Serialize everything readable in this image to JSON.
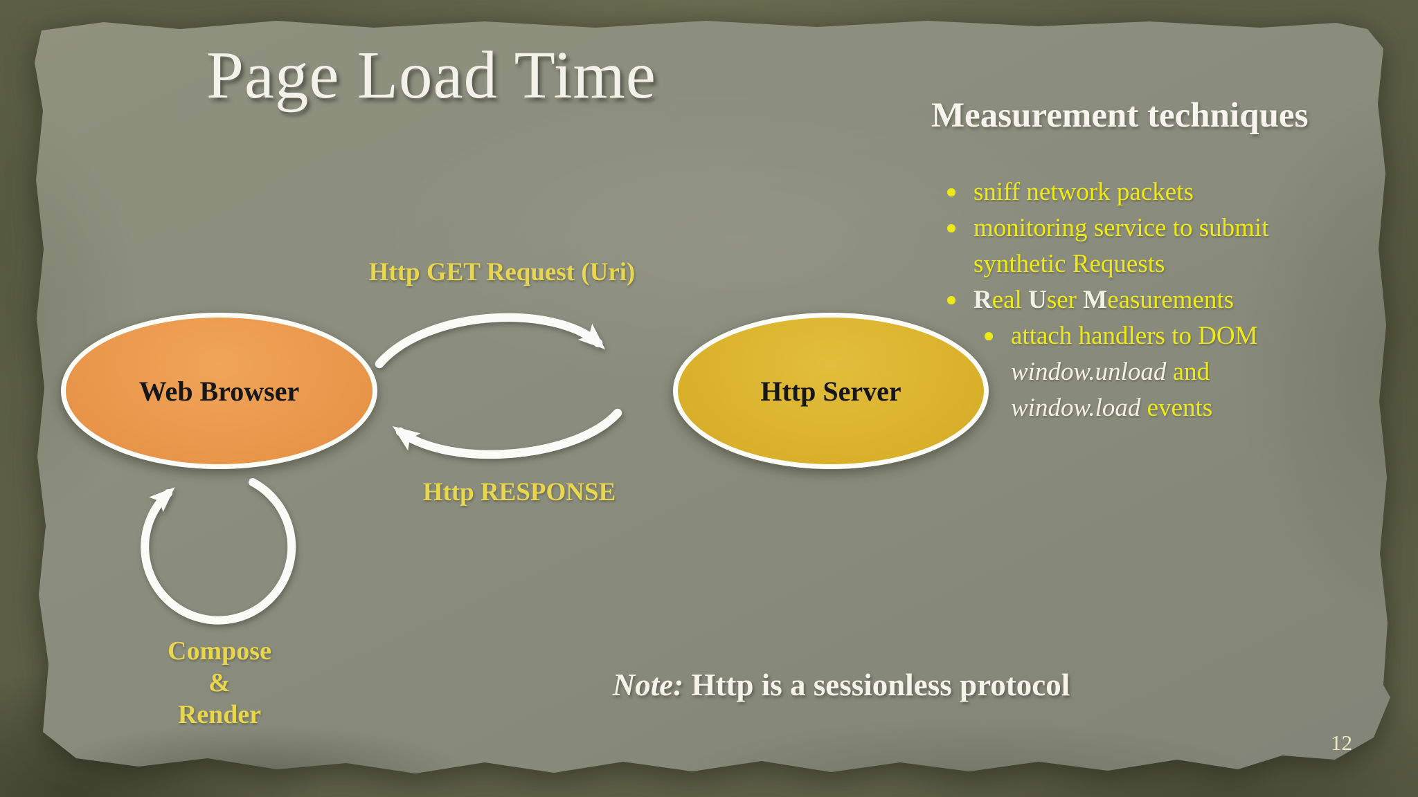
{
  "slide": {
    "title": "Page Load Time",
    "page_number": "12",
    "note": {
      "prefix": "Note:",
      "body": " Http is a sessionless protocol"
    }
  },
  "measurement": {
    "heading": "Measurement techniques",
    "bullets": [
      {
        "level": 1,
        "lines": [
          [
            {
              "t": "sniff network packets",
              "s": "y"
            }
          ]
        ]
      },
      {
        "level": 1,
        "lines": [
          [
            {
              "t": "monitoring service to submit",
              "s": "y"
            }
          ],
          [
            {
              "t": "synthetic Requests",
              "s": "y"
            }
          ]
        ]
      },
      {
        "level": 1,
        "lines": [
          [
            {
              "t": "R",
              "s": "w"
            },
            {
              "t": "eal ",
              "s": "y"
            },
            {
              "t": "U",
              "s": "w"
            },
            {
              "t": "ser ",
              "s": "y"
            },
            {
              "t": "M",
              "s": "w"
            },
            {
              "t": "easurements",
              "s": "y"
            }
          ]
        ]
      },
      {
        "level": 2,
        "lines": [
          [
            {
              "t": "attach handlers to DOM",
              "s": "y"
            }
          ],
          [
            {
              "t": "window.unload",
              "s": "wi"
            },
            {
              "t": " and",
              "s": "y"
            }
          ],
          [
            {
              "t": "window.load",
              "s": "wi"
            },
            {
              "t": " events",
              "s": "y"
            }
          ]
        ]
      }
    ]
  },
  "diagram": {
    "nodes": [
      {
        "id": "web-browser",
        "label": "Web Browser",
        "fill": "#e8954a"
      },
      {
        "id": "http-server",
        "label": "Http Server",
        "fill": "#d9b02a"
      }
    ],
    "edges": [
      {
        "id": "get-request",
        "from": "web-browser",
        "to": "http-server",
        "label": "Http GET Request (Uri)"
      },
      {
        "id": "response",
        "from": "http-server",
        "to": "web-browser",
        "label": "Http RESPONSE"
      },
      {
        "id": "compose-render",
        "from": "web-browser",
        "to": "web-browser",
        "label_lines": [
          "Compose",
          "&",
          "Render"
        ]
      }
    ]
  },
  "colors": {
    "frame_dark": "#5c5f45",
    "paper": "#8b8d7e",
    "bullet_yellow": "#eeea18",
    "label_gold": "#e8d74e",
    "browser_orange": "#e8954a",
    "server_gold": "#d9b02a",
    "arrow_white": "#fbfbf8",
    "title_white": "#f2f1ea"
  }
}
